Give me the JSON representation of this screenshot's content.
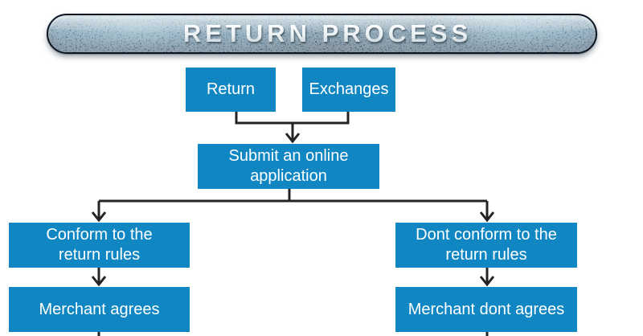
{
  "banner": {
    "title": "RETURN PROCESS"
  },
  "colors": {
    "node_fill": "#1086c3",
    "node_text": "#ffffff",
    "connector": "#242424",
    "banner_base": "#3f6f8c",
    "banner_border": "#0c1422",
    "background": "#ffffff"
  },
  "nodes": {
    "return": {
      "label": "Return",
      "lines": [
        "Return"
      ]
    },
    "exchanges": {
      "label": "Exchanges",
      "lines": [
        "Exchanges"
      ]
    },
    "submit": {
      "label": "Submit an online application",
      "lines": [
        "Submit an online",
        "application"
      ]
    },
    "conform": {
      "label": "Conform to the return rules",
      "lines": [
        "Conform to the",
        "return rules"
      ]
    },
    "dont_conform": {
      "label": "Dont conform to the return rules",
      "lines": [
        "Dont conform to the",
        "return rules"
      ]
    },
    "merchant_agrees": {
      "label": "Merchant agrees",
      "lines": [
        "Merchant agrees"
      ]
    },
    "merchant_dont_agrees": {
      "label": "Merchant dont agrees",
      "lines": [
        "Merchant dont agrees"
      ]
    }
  },
  "edges": [
    {
      "from": "return",
      "to": "submit"
    },
    {
      "from": "exchanges",
      "to": "submit"
    },
    {
      "from": "submit",
      "to": "conform"
    },
    {
      "from": "submit",
      "to": "dont_conform"
    },
    {
      "from": "conform",
      "to": "merchant_agrees"
    },
    {
      "from": "dont_conform",
      "to": "merchant_dont_agrees"
    },
    {
      "from": "merchant_agrees",
      "to": "continues-offscreen-bottom"
    },
    {
      "from": "merchant_dont_agrees",
      "to": "continues-offscreen-bottom"
    }
  ]
}
